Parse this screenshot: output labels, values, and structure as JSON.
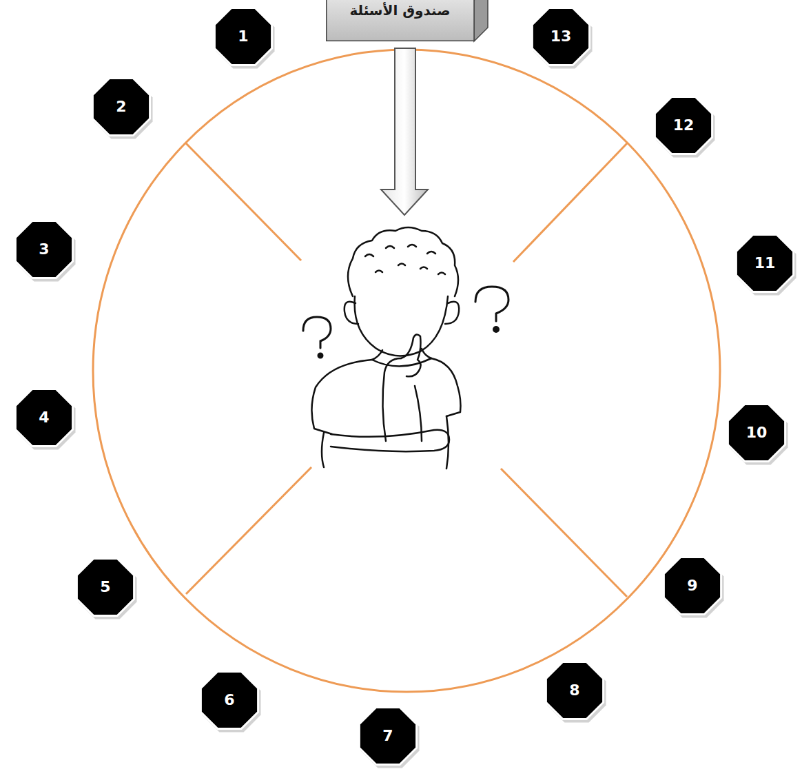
{
  "diagram": {
    "nodes": [
      {
        "text": [
          "صندوق الأسئلة"
        ]
      },
      {
        "text": [
          "1"
        ]
      },
      {
        "text": [
          "2"
        ]
      },
      {
        "text": [
          "3"
        ]
      },
      {
        "text": [
          "4"
        ]
      },
      {
        "text": [
          "5"
        ]
      },
      {
        "text": [
          "6"
        ]
      },
      {
        "text": [
          "7"
        ]
      },
      {
        "text": [
          "8"
        ]
      },
      {
        "text": [
          "9"
        ]
      },
      {
        "text": [
          "10"
        ]
      },
      {
        "text": [
          "11"
        ]
      },
      {
        "text": [
          "12"
        ]
      },
      {
        "text": [
          "13"
        ]
      }
    ]
  }
}
